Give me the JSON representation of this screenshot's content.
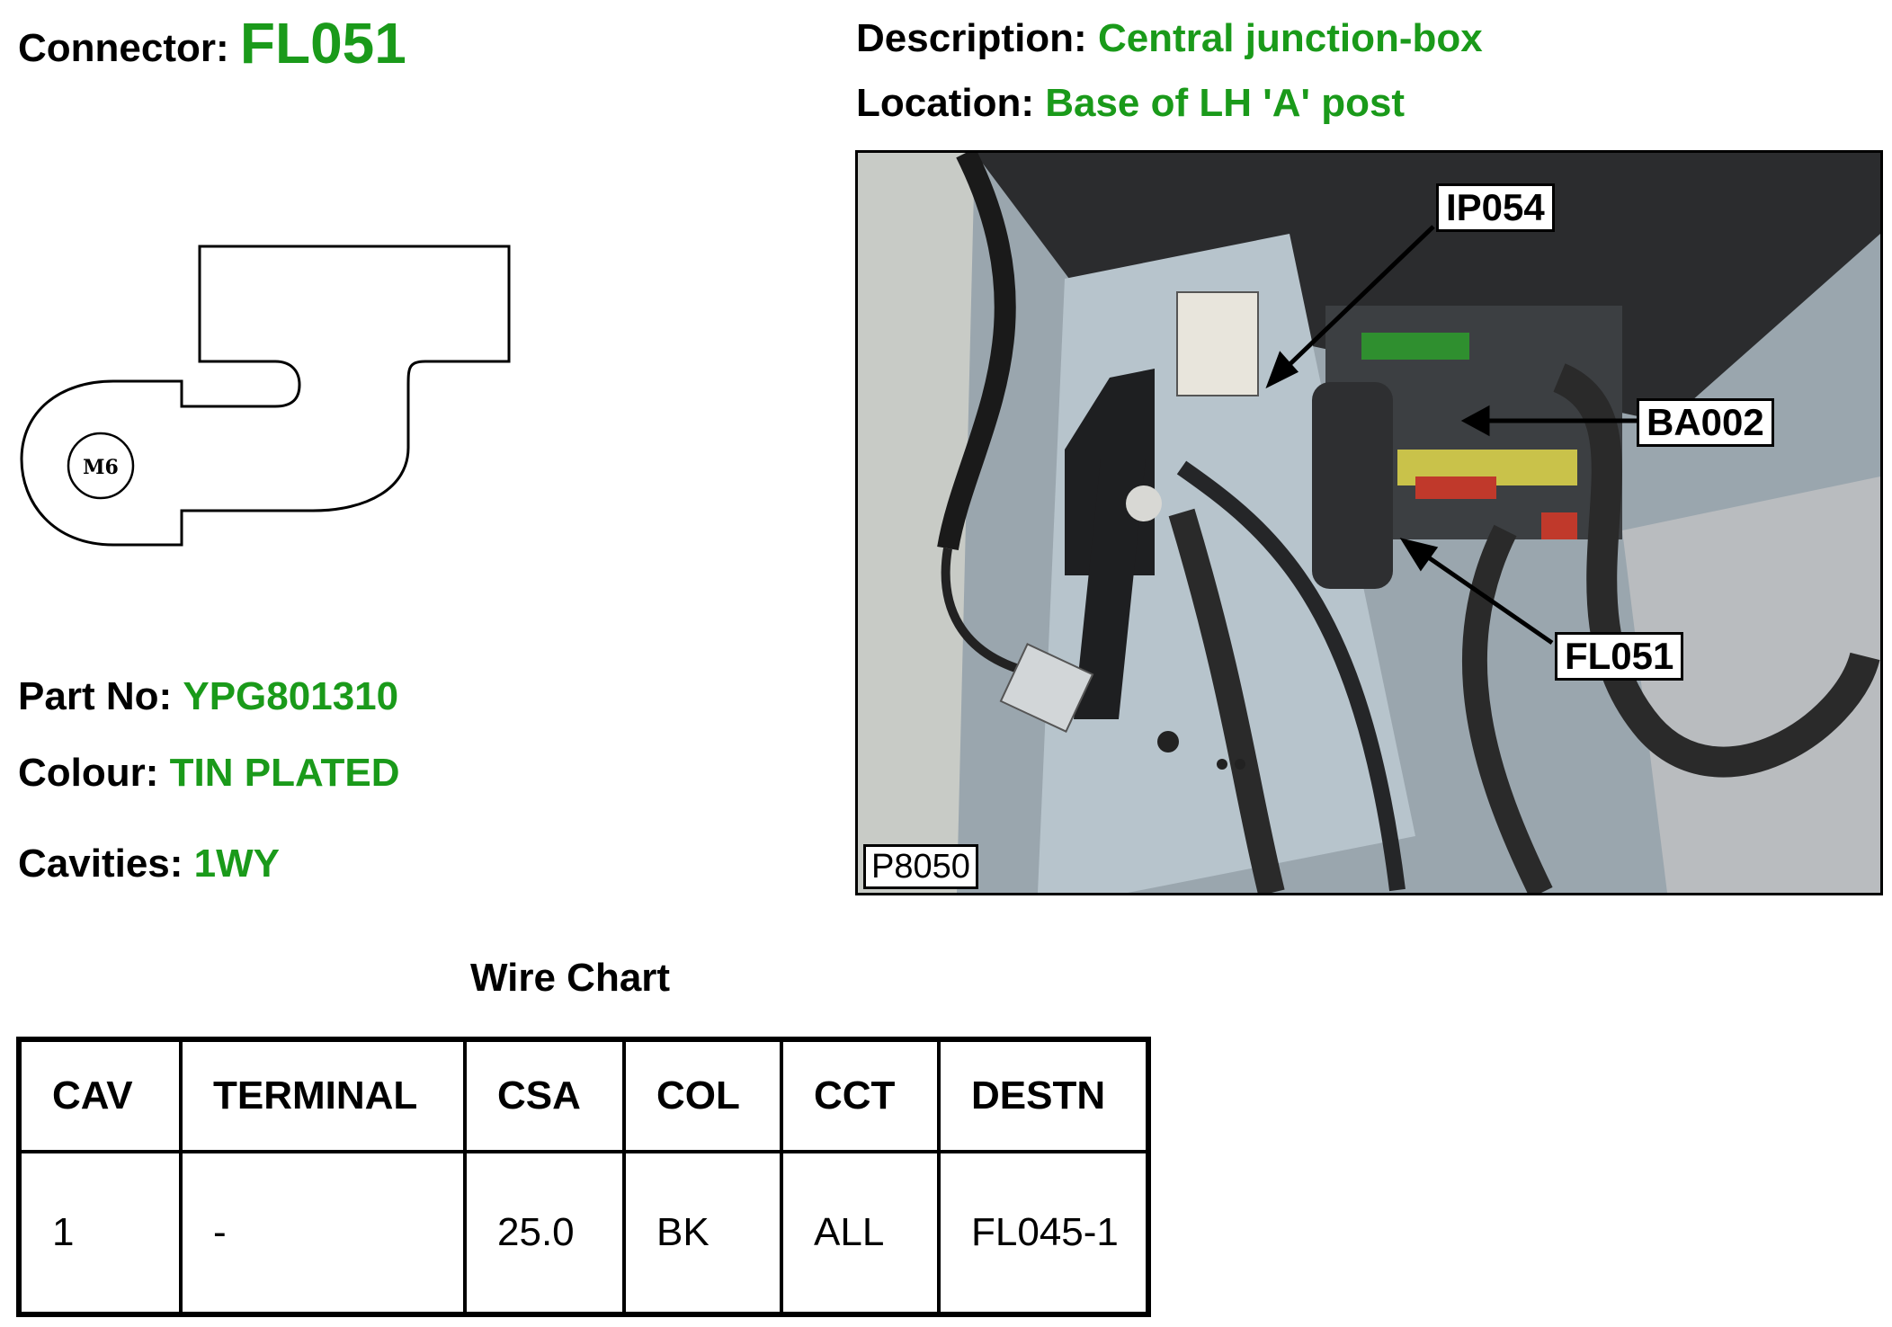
{
  "connector": {
    "label": "Connector:",
    "value": "FL051"
  },
  "description": {
    "label": "Description:",
    "value": "Central junction-box"
  },
  "location": {
    "label": "Location:",
    "value": "Base of LH 'A' post"
  },
  "diagram": {
    "stud_label": "M6"
  },
  "photo": {
    "reference": "P8050",
    "callouts": {
      "ip054": "IP054",
      "ba002": "BA002",
      "fl051": "FL051"
    }
  },
  "part_no": {
    "label": "Part No:",
    "value": "YPG801310"
  },
  "colour": {
    "label": "Colour:",
    "value": "TIN PLATED"
  },
  "cavities": {
    "label": "Cavities:",
    "value": "1WY"
  },
  "wire_chart": {
    "title": "Wire Chart",
    "headers": [
      "CAV",
      "TERMINAL",
      "CSA",
      "COL",
      "CCT",
      "DESTN"
    ],
    "rows": [
      [
        "1",
        "-",
        "25.0",
        "BK",
        "ALL",
        "FL045-1"
      ]
    ]
  },
  "colors": {
    "accent": "#1a9a1a"
  }
}
